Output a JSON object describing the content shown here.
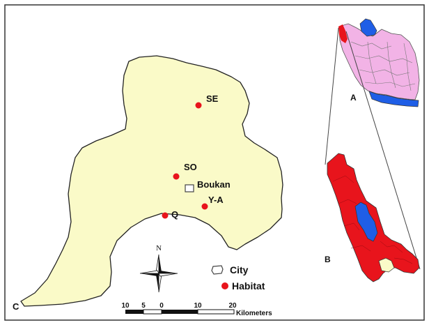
{
  "panels": {
    "main_label": "C",
    "inset_a_label": "A",
    "inset_b_label": "B"
  },
  "sites": [
    {
      "code": "SE"
    },
    {
      "code": "SO"
    },
    {
      "code": "Y-A"
    },
    {
      "code": "Q"
    }
  ],
  "city": {
    "name": "Boukan"
  },
  "legend": {
    "city_label": "City",
    "habitat_label": "Habitat"
  },
  "scale_bar": {
    "ticks": [
      "10",
      "5",
      "0",
      "10",
      "20"
    ],
    "unit": "Kilometers"
  },
  "north_arrow": {
    "label": "N"
  },
  "colors": {
    "study_area": "#fafac8",
    "habitat": "#e8141c",
    "water": "#1f5ee6",
    "provinces": "#f2b3e6",
    "outline": "#222222",
    "frame": "#333333"
  }
}
